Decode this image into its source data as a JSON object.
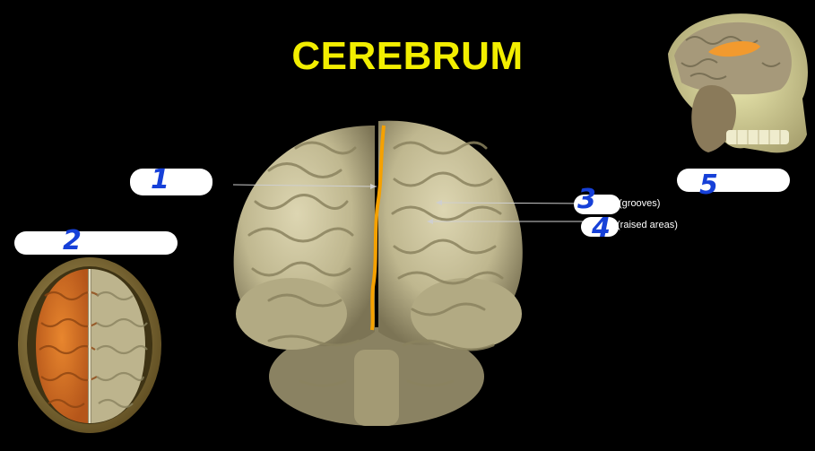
{
  "title": "CEREBRUM",
  "labels": [
    {
      "number": "1",
      "note": ""
    },
    {
      "number": "2",
      "note": ""
    },
    {
      "number": "3",
      "note": "(grooves)"
    },
    {
      "number": "4",
      "note": "(raised areas)"
    },
    {
      "number": "5",
      "note": ""
    }
  ],
  "colors": {
    "background": "#000000",
    "title": "#f2ee00",
    "highlight": "#f5a100",
    "annotation_ink": "#1640d8",
    "brain_tissue": "#c9c19a"
  }
}
